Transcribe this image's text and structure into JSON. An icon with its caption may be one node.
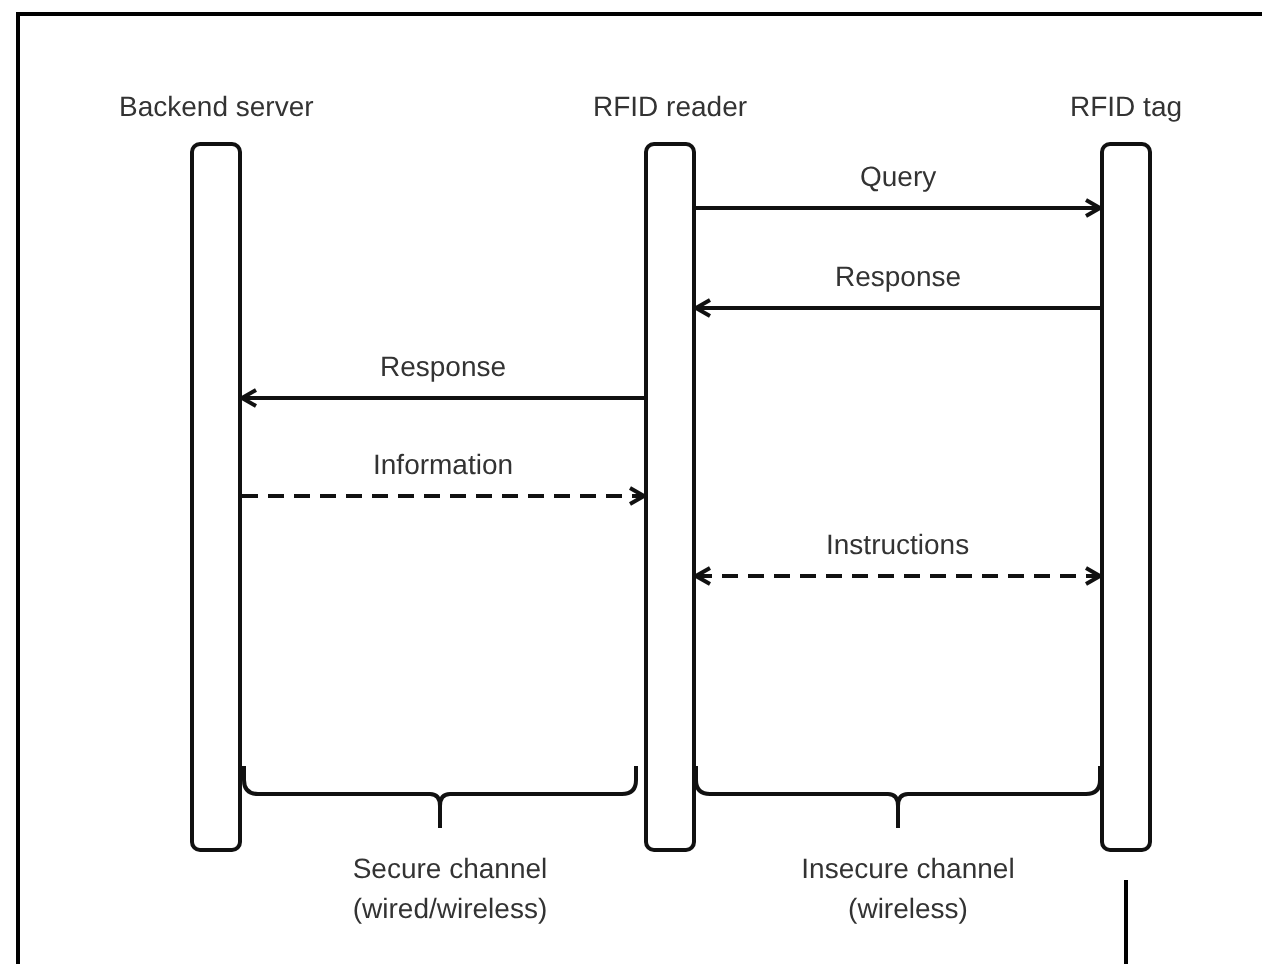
{
  "diagram": {
    "nodes": [
      {
        "text": [
          "Backend server"
        ]
      },
      {
        "text": [
          "RFID reader"
        ]
      },
      {
        "text": [
          "RFID tag"
        ]
      }
    ],
    "edges": [
      {
        "from": 1,
        "to": 2,
        "arrow": "to",
        "label": "Query"
      },
      {
        "from": 2,
        "to": 1,
        "arrow": "to",
        "label": "Response"
      },
      {
        "from": 1,
        "to": 0,
        "arrow": "to",
        "label": "Response"
      },
      {
        "from": 0,
        "to": 1,
        "arrow": "to",
        "label": "Information",
        "style": "dashed"
      },
      {
        "from": 1,
        "to": 2,
        "arrow": "both",
        "label": "Instructions",
        "style": "dashed"
      }
    ],
    "labels": [
      "Secure channel (wired/wireless)",
      "Insecure channel (wireless)"
    ]
  }
}
